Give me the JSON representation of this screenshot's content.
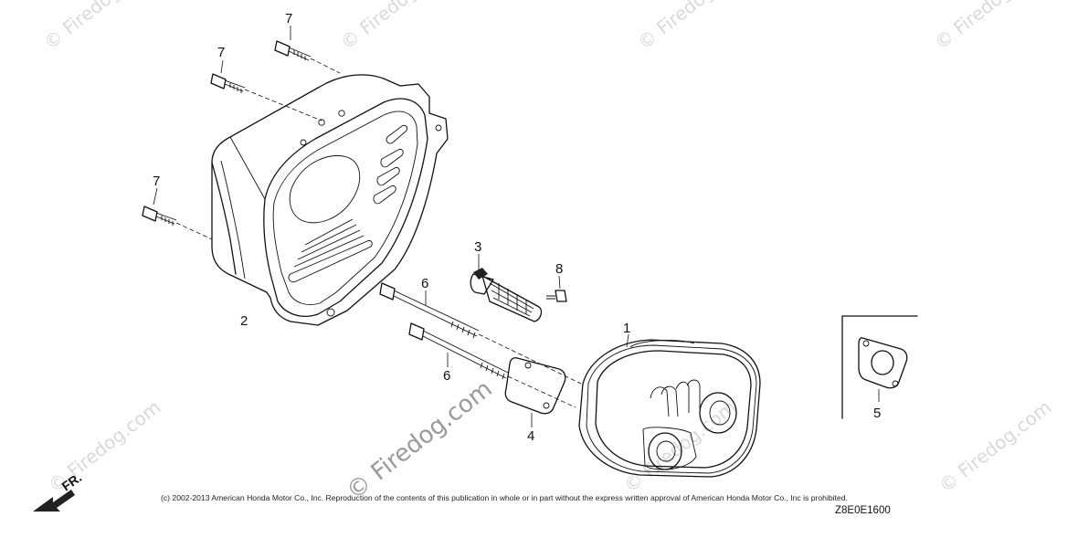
{
  "diagram": {
    "callouts": [
      "1",
      "2",
      "3",
      "4",
      "5",
      "6",
      "6",
      "7",
      "7",
      "7",
      "8"
    ],
    "direction_label": "FR.",
    "copyright": "(c) 2002-2013 American Honda Motor Co., Inc. Reproduction of the contents of this publication in whole or in part without the express written approval of American Honda Motor Co., Inc is prohibited.",
    "diagram_code": "Z8E0E1600",
    "watermark": "© Firedog.com",
    "watermark_center": "© Firedog.com"
  }
}
